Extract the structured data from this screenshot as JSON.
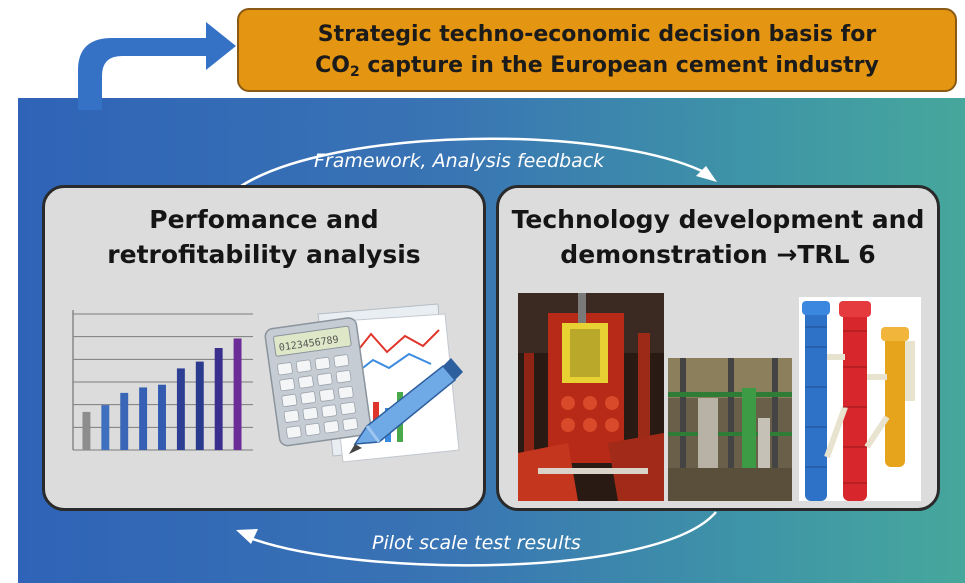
{
  "header": {
    "title_line1": "Strategic techno-economic decision basis for",
    "title_line2_prefix": "CO",
    "title_line2_subscript": "2",
    "title_line2_suffix": " capture in the European cement industry",
    "box_color": "#e49511"
  },
  "flows": {
    "top_label": "Framework, Analysis feedback",
    "bottom_label": "Pilot scale test results"
  },
  "left_panel": {
    "title_line1": "Perfomance and",
    "title_line2": "retrofitability analysis",
    "bar_chart_bar_levels": [
      0.28,
      0.33,
      0.42,
      0.46,
      0.48,
      0.6,
      0.65,
      0.75,
      0.82
    ],
    "bar_colors": [
      "#8d8d8d",
      "#3f6fbf",
      "#3a66b8",
      "#3660b3",
      "#325aae",
      "#2c3f94",
      "#2a3a8c",
      "#3a2f8c",
      "#6c2c97"
    ],
    "calculator_display": "0123456789"
  },
  "right_panel": {
    "title_line1": "Technology development and",
    "title_line2_text": "demonstration ",
    "title_line2_arrow": "→",
    "title_line2_suffix": "TRL 6"
  }
}
